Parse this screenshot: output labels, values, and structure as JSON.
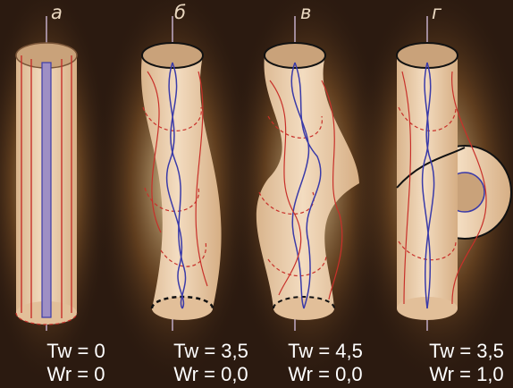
{
  "panels": [
    {
      "letter": "а",
      "tw": "Tw = 0",
      "wr": "Wr = 0"
    },
    {
      "letter": "б",
      "tw": "Tw = 3,5",
      "wr": "Wr = 0,0"
    },
    {
      "letter": "в",
      "tw": "Tw = 4,5",
      "wr": "Wr = 0,0"
    },
    {
      "letter": "г",
      "tw": "Tw = 3,5",
      "wr": "Wr = 1,0"
    }
  ],
  "colors": {
    "background": "#2b1a10",
    "tube": "#e8c9a4",
    "tube_top": "#caa37c",
    "red_strand": "#c8302a",
    "blue_strand": "#3a3aa8",
    "axis": "#a08a9a",
    "text": "#ffffff"
  }
}
